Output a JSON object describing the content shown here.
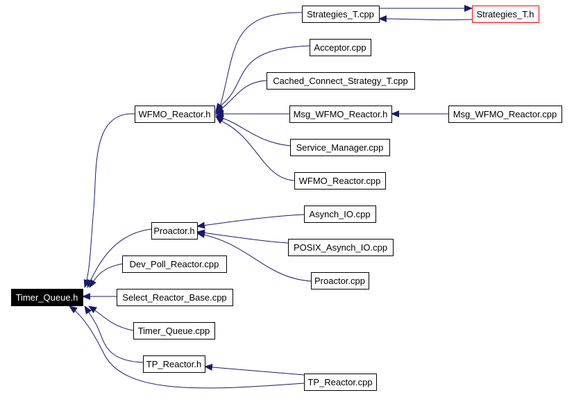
{
  "colors": {
    "edge": "#191970",
    "root_fill": "#000000",
    "root_text": "#ffffff",
    "highlight_border": "#ff0000",
    "border": "#000000"
  },
  "nodes": [
    {
      "id": "timer_queue_h",
      "label": "Timer_Queue.h",
      "style": "root"
    },
    {
      "id": "wfmo_reactor_h",
      "label": "WFMO_Reactor.h"
    },
    {
      "id": "strategies_t_cpp",
      "label": "Strategies_T.cpp"
    },
    {
      "id": "strategies_t_h",
      "label": "Strategies_T.h",
      "style": "highlight"
    },
    {
      "id": "acceptor_cpp",
      "label": "Acceptor.cpp"
    },
    {
      "id": "cached_connect_cpp",
      "label": "Cached_Connect_Strategy_T.cpp"
    },
    {
      "id": "msg_wfmo_reactor_h",
      "label": "Msg_WFMO_Reactor.h"
    },
    {
      "id": "msg_wfmo_reactor_cpp",
      "label": "Msg_WFMO_Reactor.cpp"
    },
    {
      "id": "service_manager_cpp",
      "label": "Service_Manager.cpp"
    },
    {
      "id": "wfmo_reactor_cpp",
      "label": "WFMO_Reactor.cpp"
    },
    {
      "id": "proactor_h",
      "label": "Proactor.h"
    },
    {
      "id": "asynch_io_cpp",
      "label": "Asynch_IO.cpp"
    },
    {
      "id": "posix_asynch_io_cpp",
      "label": "POSIX_Asynch_IO.cpp"
    },
    {
      "id": "proactor_cpp",
      "label": "Proactor.cpp"
    },
    {
      "id": "dev_poll_reactor_cpp",
      "label": "Dev_Poll_Reactor.cpp"
    },
    {
      "id": "select_reactor_base_cpp",
      "label": "Select_Reactor_Base.cpp"
    },
    {
      "id": "timer_queue_cpp",
      "label": "Timer_Queue.cpp"
    },
    {
      "id": "tp_reactor_h",
      "label": "TP_Reactor.h"
    },
    {
      "id": "tp_reactor_cpp",
      "label": "TP_Reactor.cpp"
    }
  ],
  "edges": [
    {
      "from": "strategies_t_cpp",
      "to": "wfmo_reactor_h"
    },
    {
      "from": "acceptor_cpp",
      "to": "wfmo_reactor_h"
    },
    {
      "from": "cached_connect_cpp",
      "to": "wfmo_reactor_h"
    },
    {
      "from": "msg_wfmo_reactor_h",
      "to": "wfmo_reactor_h"
    },
    {
      "from": "service_manager_cpp",
      "to": "wfmo_reactor_h"
    },
    {
      "from": "wfmo_reactor_cpp",
      "to": "wfmo_reactor_h"
    },
    {
      "from": "strategies_t_cpp",
      "to": "strategies_t_h"
    },
    {
      "from": "strategies_t_h",
      "to": "strategies_t_cpp"
    },
    {
      "from": "msg_wfmo_reactor_cpp",
      "to": "msg_wfmo_reactor_h"
    },
    {
      "from": "asynch_io_cpp",
      "to": "proactor_h"
    },
    {
      "from": "posix_asynch_io_cpp",
      "to": "proactor_h"
    },
    {
      "from": "proactor_cpp",
      "to": "proactor_h"
    },
    {
      "from": "wfmo_reactor_h",
      "to": "timer_queue_h"
    },
    {
      "from": "proactor_h",
      "to": "timer_queue_h"
    },
    {
      "from": "dev_poll_reactor_cpp",
      "to": "timer_queue_h"
    },
    {
      "from": "select_reactor_base_cpp",
      "to": "timer_queue_h"
    },
    {
      "from": "timer_queue_cpp",
      "to": "timer_queue_h"
    },
    {
      "from": "tp_reactor_h",
      "to": "timer_queue_h"
    },
    {
      "from": "tp_reactor_cpp",
      "to": "timer_queue_h"
    },
    {
      "from": "tp_reactor_cpp",
      "to": "tp_reactor_h"
    }
  ]
}
